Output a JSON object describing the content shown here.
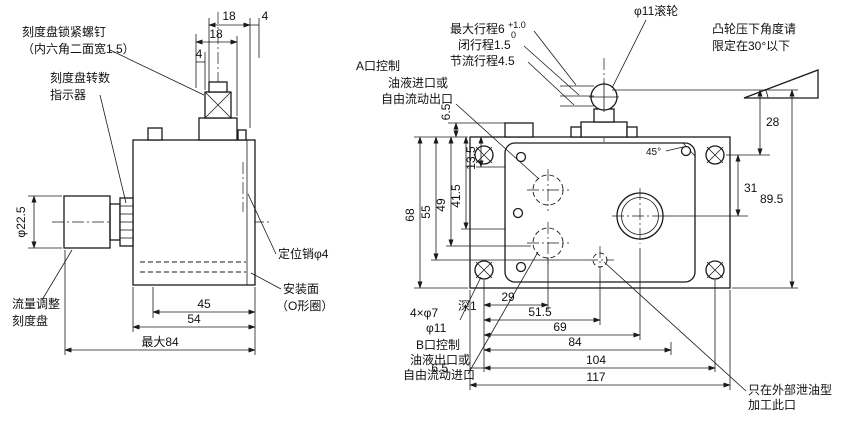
{
  "drawing": {
    "left": {
      "labels": {
        "lock_screw_1": "刻度盘锁紧螺钉",
        "lock_screw_2": "（内六角二面宽1.5）",
        "indicator_1": "刻度盘转数",
        "indicator_2": "指示器",
        "knob_diameter": "φ22.5",
        "flow_dial_1": "流量调整",
        "flow_dial_2": "刻度盘",
        "locating_pin": "定位销φ4",
        "mounting_face_1": "安装面",
        "mounting_face_2": "（O形圈）"
      },
      "dims": {
        "top_18": "18",
        "top_4": "4",
        "mid_18": "18",
        "mid_4": "4",
        "bottom_45": "45",
        "bottom_54": "54",
        "bottom_max84": "最大84"
      }
    },
    "right": {
      "labels": {
        "a_port_title": "A口控制",
        "max_stroke": "最大行程6",
        "max_stroke_tol_upper": "+1.0",
        "max_stroke_tol_lower": "0",
        "closed_stroke": "闭行程1.5",
        "throttle_stroke": "节流行程4.5",
        "a_port_line1": "油液进口或",
        "a_port_line2": "自由流动出口",
        "roller": "φ11滚轮",
        "cam_note_1": "凸轮压下角度请",
        "cam_note_2": "限定在30°以下",
        "chamfer": "45°",
        "holes_spec": "4×φ7",
        "holes_depth": "深1",
        "holes_cbore": "φ11",
        "b_port_title": "B口控制",
        "b_port_line1": "油液出口或",
        "b_port_line2": "自由流动进口",
        "drain_note_1": "只在外部泄油型",
        "drain_note_2": "加工此口"
      },
      "dims": {
        "v_6_5": "6.5",
        "v_68": "68",
        "v_55": "55",
        "v_49": "49",
        "v_41_5": "41.5",
        "v_13_5": "13.5",
        "r_28": "28",
        "r_31": "31",
        "r_89_5": "89.5",
        "b_29": "29",
        "b_51_5": "51.5",
        "b_69": "69",
        "b_84": "84",
        "b_104": "104",
        "b_117": "117",
        "b_6_5": "6.5"
      }
    }
  }
}
